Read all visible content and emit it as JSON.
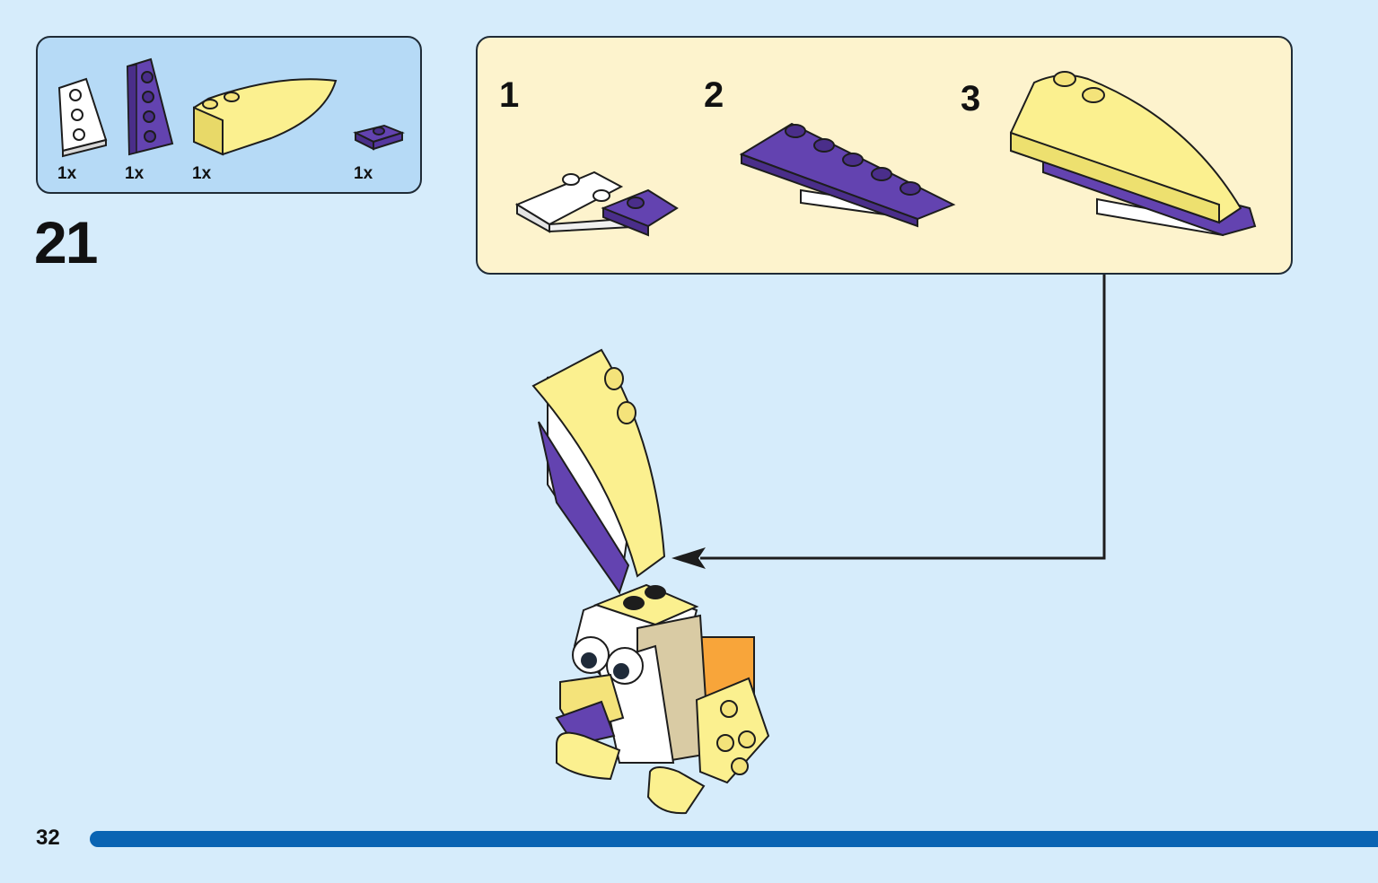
{
  "parts_list": {
    "items": [
      {
        "qty": "1x",
        "color": "#ffffff",
        "part": "white-wedge-plate-icon"
      },
      {
        "qty": "1x",
        "color": "#5b3aa6",
        "part": "purple-wedge-plate-icon"
      },
      {
        "qty": "1x",
        "color": "#fbf08f",
        "part": "yellow-curved-slope-icon"
      },
      {
        "qty": "1x",
        "color": "#5b3aa6",
        "part": "purple-clip-plate-icon"
      }
    ]
  },
  "step": {
    "number": "21"
  },
  "sub_steps": [
    {
      "label": "1"
    },
    {
      "label": "2"
    },
    {
      "label": "3"
    }
  ],
  "colors": {
    "background": "#d6ecfb",
    "parts_box": "#b6daf6",
    "substep_box": "#fdf3cd",
    "yellow": "#fbf08f",
    "purple": "#5b3aa6",
    "progress": "#0a64b3"
  },
  "footer": {
    "page_number": "32"
  }
}
